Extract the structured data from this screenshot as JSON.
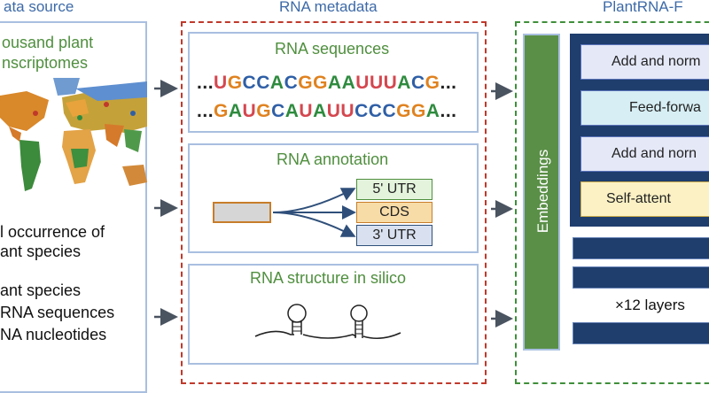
{
  "panels": {
    "data_source": {
      "title": "ata source",
      "subtitle_line1": "ousand plant",
      "subtitle_line2": "nscriptomes",
      "stat_occurrence_line1": "l occurrence of",
      "stat_occurrence_line2": "ant species",
      "stat_species": "ant species",
      "stat_sequences": "RNA sequences",
      "stat_nucleotides": "NA nucleotides"
    },
    "metadata": {
      "title": "RNA metadata",
      "sequences_title": "RNA sequences",
      "seq1": "...UGCCACGGAAUUUACG...",
      "seq2": "...GAUGCAUAUUCCCGGA...",
      "annotation_title": "RNA annotation",
      "utr5": "5' UTR",
      "cds": "CDS",
      "utr3": "3' UTR",
      "structure_title": "RNA structure in silico"
    },
    "model": {
      "title": "PlantRNA-F",
      "embeddings": "Embeddings",
      "add_norm_top": "Add and norm",
      "feed_forward": "Feed-forwa",
      "add_norm_bottom": "Add and norn",
      "self_attention": "Self-attent",
      "layers": "×12 layers"
    }
  },
  "colors": {
    "title_blue": "#3d6aa8",
    "green_text": "#4f8f3e",
    "dashed_red": "#c0392b",
    "dashed_green": "#3f8f3a",
    "navy": "#1f3d6d",
    "embed_green": "#5a8f47"
  }
}
